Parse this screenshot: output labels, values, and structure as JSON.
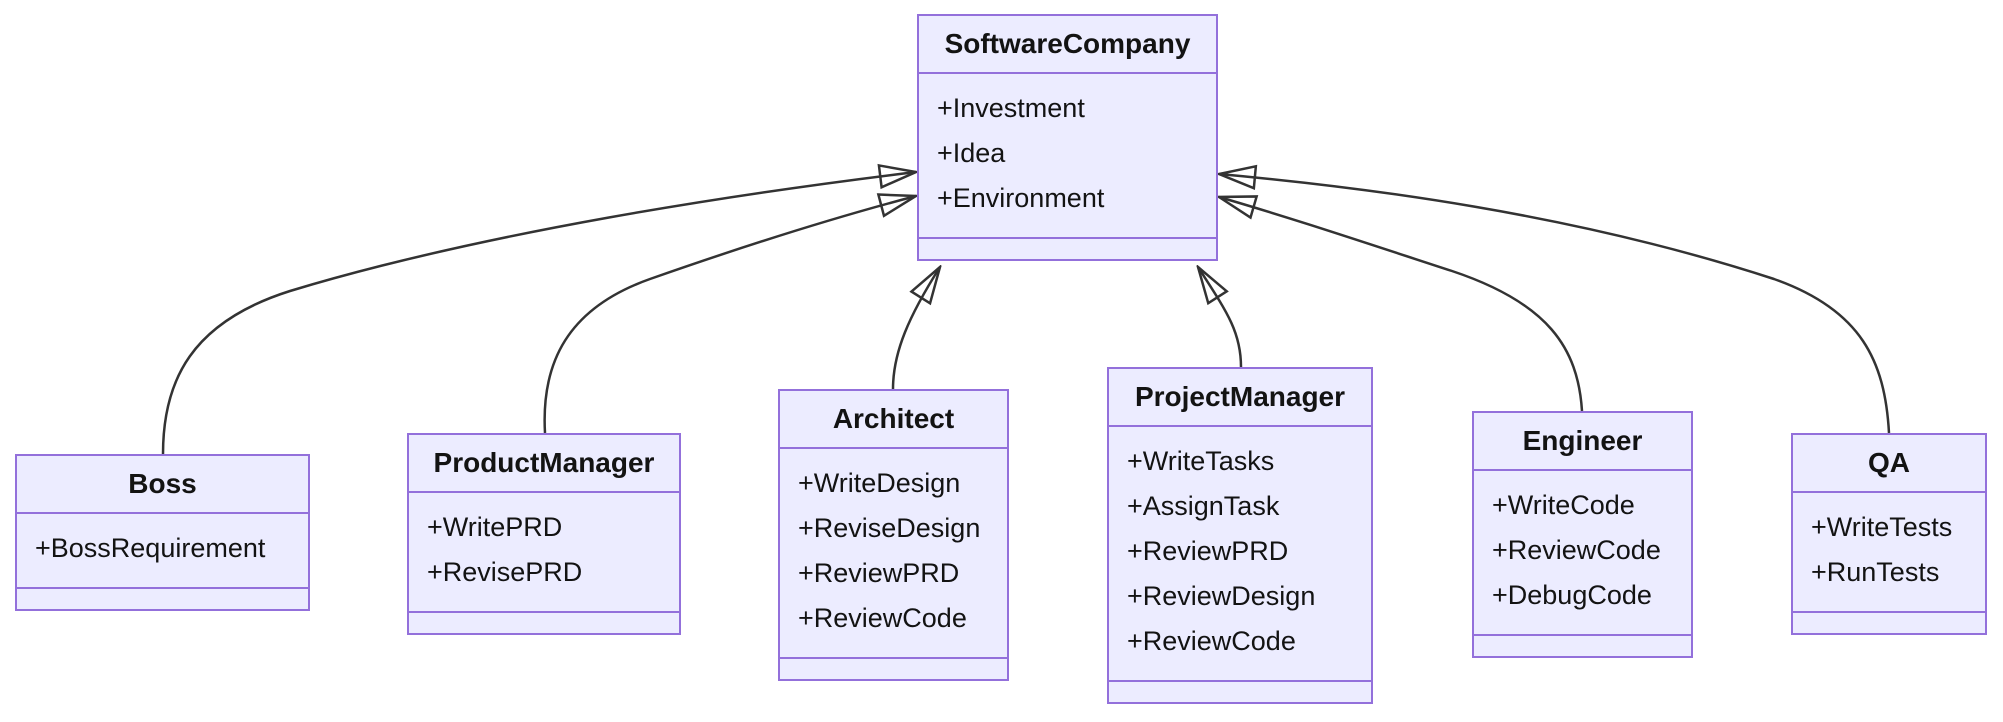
{
  "diagram": {
    "kind": "uml-class-diagram",
    "colors": {
      "node_fill": "#ECECFF",
      "node_border": "#9370DB",
      "edge_color": "#333333",
      "text_color": "#131313",
      "background": "#ffffff"
    },
    "classes": [
      {
        "name": "SoftwareCompany",
        "members": [
          "+Investment",
          "+Idea",
          "+Environment"
        ],
        "methods": []
      },
      {
        "name": "Boss",
        "members": [
          "+BossRequirement"
        ],
        "methods": []
      },
      {
        "name": "ProductManager",
        "members": [
          "+WritePRD",
          "+RevisePRD"
        ],
        "methods": []
      },
      {
        "name": "Architect",
        "members": [
          "+WriteDesign",
          "+ReviseDesign",
          "+ReviewPRD",
          "+ReviewCode"
        ],
        "methods": []
      },
      {
        "name": "ProjectManager",
        "members": [
          "+WriteTasks",
          "+AssignTask",
          "+ReviewPRD",
          "+ReviewDesign",
          "+ReviewCode"
        ],
        "methods": []
      },
      {
        "name": "Engineer",
        "members": [
          "+WriteCode",
          "+ReviewCode",
          "+DebugCode"
        ],
        "methods": []
      },
      {
        "name": "QA",
        "members": [
          "+WriteTests",
          "+RunTests"
        ],
        "methods": []
      }
    ],
    "relations": [
      {
        "from": "Boss",
        "to": "SoftwareCompany",
        "type": "inheritance"
      },
      {
        "from": "ProductManager",
        "to": "SoftwareCompany",
        "type": "inheritance"
      },
      {
        "from": "Architect",
        "to": "SoftwareCompany",
        "type": "inheritance"
      },
      {
        "from": "ProjectManager",
        "to": "SoftwareCompany",
        "type": "inheritance"
      },
      {
        "from": "Engineer",
        "to": "SoftwareCompany",
        "type": "inheritance"
      },
      {
        "from": "QA",
        "to": "SoftwareCompany",
        "type": "inheritance"
      }
    ]
  }
}
